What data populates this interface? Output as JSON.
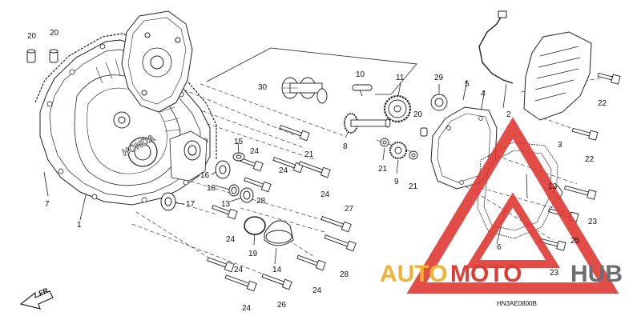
{
  "diagram": {
    "part_numbers": {
      "p1": "1",
      "p2": "2",
      "p3": "3",
      "p4": "4",
      "p5": "5",
      "p6": "6",
      "p7": "7",
      "p8": "8",
      "p9": "9",
      "p10": "10",
      "p11": "11",
      "p12": "12",
      "p13": "13",
      "p14": "14",
      "p15": "15",
      "p16": "16",
      "p17": "17",
      "p18": "18",
      "p19": "19",
      "p20a": "20",
      "p20b": "20",
      "p20c": "20",
      "p21a": "21",
      "p21b": "21",
      "p21c": "21",
      "p22a": "22",
      "p22b": "22",
      "p23a": "23",
      "p23b": "23",
      "p24a": "24",
      "p24b": "24",
      "p24c": "24",
      "p24d": "24",
      "p24e": "24",
      "p24f": "24",
      "p24g": "24",
      "p25": "25",
      "p26": "26",
      "p27": "27",
      "p28a": "28",
      "p28b": "28",
      "p29": "29",
      "p30": "30"
    },
    "front_arrow_label": "FR.",
    "drawing_code": "HN3AE0800B"
  },
  "watermark": {
    "text_auto": "AUTO",
    "text_moto": "MOTO",
    "text_hub": "HUB",
    "colors": {
      "orange": "#f2b134",
      "red": "#e03a34",
      "gray": "#6d6e71"
    }
  },
  "colors": {
    "line": "#222222",
    "fill": "#ffffff"
  }
}
